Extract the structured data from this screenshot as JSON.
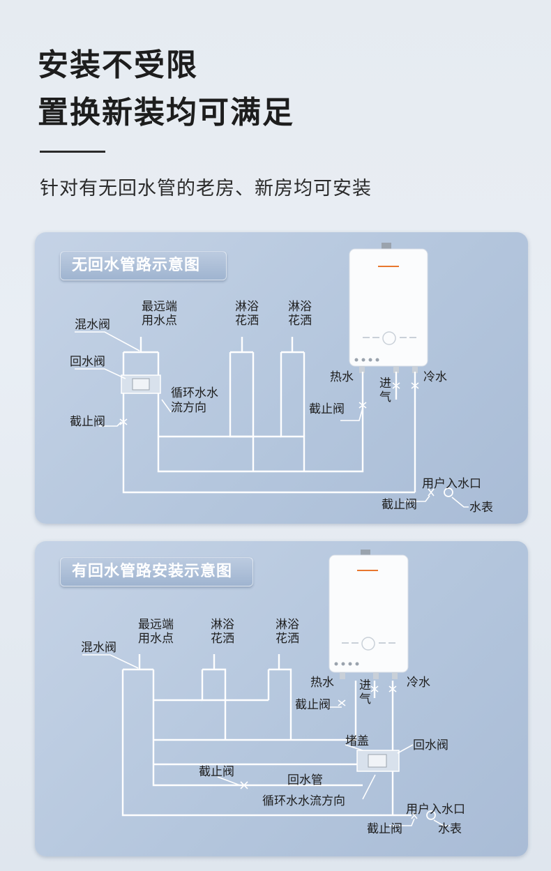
{
  "headline": {
    "line1": "安装不受限",
    "line2": "置换新装均可满足"
  },
  "subtitle": "针对有无回水管的老房、新房均可安装",
  "panel1": {
    "tag": "无回水管路示意图",
    "labels": {
      "far_point_1": "最远端",
      "far_point_2": "用水点",
      "shower_a_1": "淋浴",
      "shower_a_2": "花洒",
      "shower_b_1": "淋浴",
      "shower_b_2": "花洒",
      "mix_valve": "混水阀",
      "return_valve": "回水阀",
      "circulation_1": "循环水水",
      "circulation_2": "流方向",
      "stop_valve_left": "截止阀",
      "hot_water": "热水",
      "gas_in_1": "进",
      "gas_in_2": "气",
      "cold_water": "冷水",
      "stop_valve_right": "截止阀",
      "user_inlet": "用户入水口",
      "stop_valve_bottom": "截止阀",
      "water_meter": "水表"
    }
  },
  "panel2": {
    "tag": "有回水管路安装示意图",
    "labels": {
      "far_point_1": "最远端",
      "far_point_2": "用水点",
      "shower_a_1": "淋浴",
      "shower_a_2": "花洒",
      "shower_b_1": "淋浴",
      "shower_b_2": "花洒",
      "mix_valve": "混水阀",
      "hot_water": "热水",
      "gas_in_1": "进",
      "gas_in_2": "气",
      "cold_water": "冷水",
      "stop_valve_right": "截止阀",
      "plug_cap": "堵盖",
      "return_valve": "回水阀",
      "stop_valve_mid": "截止阀",
      "return_pipe": "回水管",
      "circulation": "循环水水流方向",
      "user_inlet": "用户入水口",
      "stop_valve_bottom": "截止阀",
      "water_meter": "水表"
    }
  },
  "colors": {
    "panel": "#b4c6dd",
    "pipe": "#ffffff",
    "heater_accent": "#e8772e"
  }
}
